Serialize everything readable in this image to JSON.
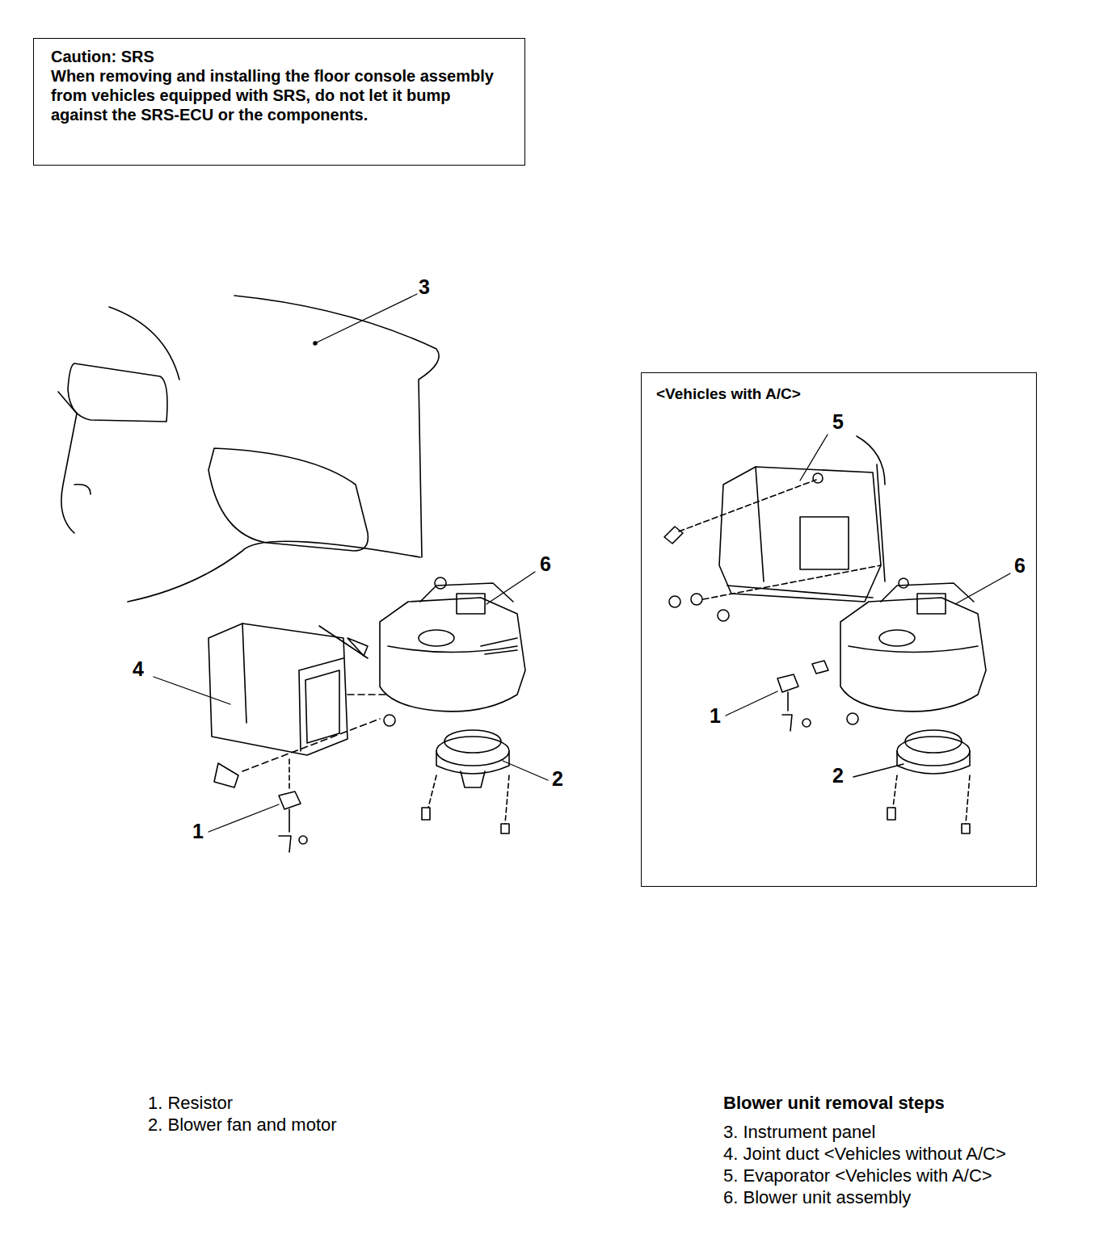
{
  "diagram": {
    "nodes": [
      {
        "text": [
          "Caution: SRS",
          "When removing and installing the floor console assembly from vehicles equipped with SRS, do not let it bump against the SRS-ECU or the components."
        ]
      },
      {
        "text": [
          "<Vehicles with A/C>"
        ]
      }
    ],
    "labels": [
      "3",
      "6",
      "4",
      "2",
      "1",
      "5",
      "6",
      "1",
      "2",
      "1. Resistor",
      "2. Blower fan and motor",
      "Blower unit removal steps",
      "3. Instrument panel",
      "4. Joint duct <Vehicles without A/C>",
      "5. Evaporator <Vehicles with A/C>",
      "6. Blower unit assembly"
    ]
  }
}
